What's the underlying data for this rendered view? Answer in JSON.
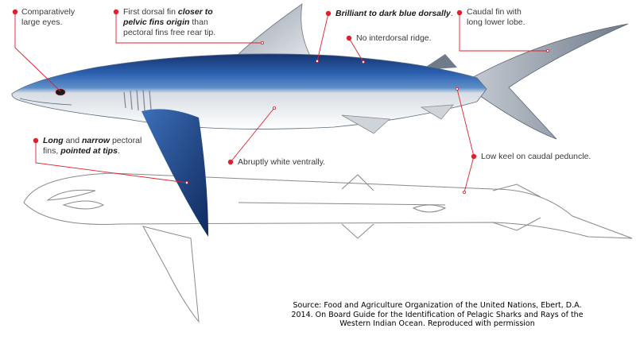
{
  "labels": {
    "eyes": {
      "l1": "Comparatively",
      "l2": "large eyes."
    },
    "dorsal": {
      "l1a": "First dorsal fin ",
      "l1b": "closer to",
      "l2a": "pelvic fins origin",
      "l2b": " than",
      "l3": "pectoral fins free rear tip."
    },
    "color": {
      "l1": "Brilliant to dark blue dorsally",
      "l1b": "."
    },
    "ridge": {
      "l1": "No interdorsal ridge."
    },
    "caudal": {
      "l1": "Caudal fin with",
      "l2": "long lower lobe."
    },
    "pectoral": {
      "l1a": "Long",
      "l1b": " and ",
      "l1c": "narrow",
      "l1d": " pectoral",
      "l2a": "fins, ",
      "l2b": "pointed at tips",
      "l2c": "."
    },
    "ventral": {
      "l1": "Abruptly white ventrally."
    },
    "keel": {
      "l1": "Low keel on caudal peduncle."
    }
  },
  "source": {
    "l1": "Source: Food and Agriculture Organization of the United Nations, Ebert, D.A.",
    "l2": "2014. On Board Guide for the Identification of Pelagic Sharks and Rays of the",
    "l3": "Western Indian Ocean. Reproduced with permission"
  },
  "colors": {
    "accent": "#e2202a",
    "dorsal_blue": "#2a5fae",
    "dark_blue": "#16336e",
    "belly": "#e9ecef",
    "outline": "#8a8a8a"
  }
}
